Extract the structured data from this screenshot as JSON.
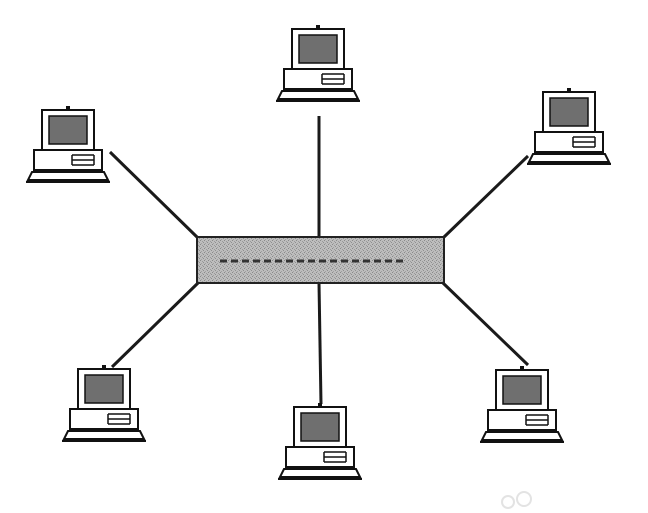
{
  "diagram": {
    "type": "star-network-topology",
    "hub": {
      "icon": "network-switch-icon",
      "fill_color": "#b8b8b8",
      "ports_line_color": "#333333"
    },
    "computers": [
      {
        "id": "top",
        "icon": "desktop-computer-icon"
      },
      {
        "id": "upper-left",
        "icon": "desktop-computer-icon"
      },
      {
        "id": "upper-right",
        "icon": "desktop-computer-icon"
      },
      {
        "id": "lower-left",
        "icon": "desktop-computer-icon"
      },
      {
        "id": "bottom",
        "icon": "desktop-computer-icon"
      },
      {
        "id": "lower-right",
        "icon": "desktop-computer-icon"
      }
    ],
    "colors": {
      "line": "#1a1a1a",
      "screen": "#6f6f6f",
      "background": "#ffffff"
    }
  }
}
